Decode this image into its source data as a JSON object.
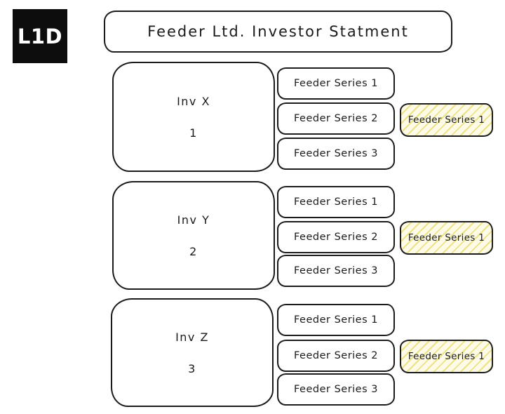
{
  "logo": {
    "text": "L1D"
  },
  "header": {
    "title": "Feeder Ltd. Investor Statment"
  },
  "groups": [
    {
      "investor_label": "Inv X",
      "investor_number": "1",
      "series": [
        "Feeder Series 1",
        "Feeder Series 2",
        "Feeder Series 3"
      ],
      "highlighted_series": "Feeder Series 1"
    },
    {
      "investor_label": "Inv Y",
      "investor_number": "2",
      "series": [
        "Feeder Series 1",
        "Feeder Series 2",
        "Feeder Series 3"
      ],
      "highlighted_series": "Feeder Series 1"
    },
    {
      "investor_label": "Inv Z",
      "investor_number": "3",
      "series": [
        "Feeder Series 1",
        "Feeder Series 2",
        "Feeder Series 3"
      ],
      "highlighted_series": "Feeder Series 1"
    }
  ],
  "colors": {
    "stroke": "#1b1b1b",
    "background": "#ffffff",
    "logo_bg": "#0d0d0d",
    "logo_text": "#ffffff",
    "highlight_bg": "#fdfbe8",
    "highlight_hatch": "#ece387"
  }
}
